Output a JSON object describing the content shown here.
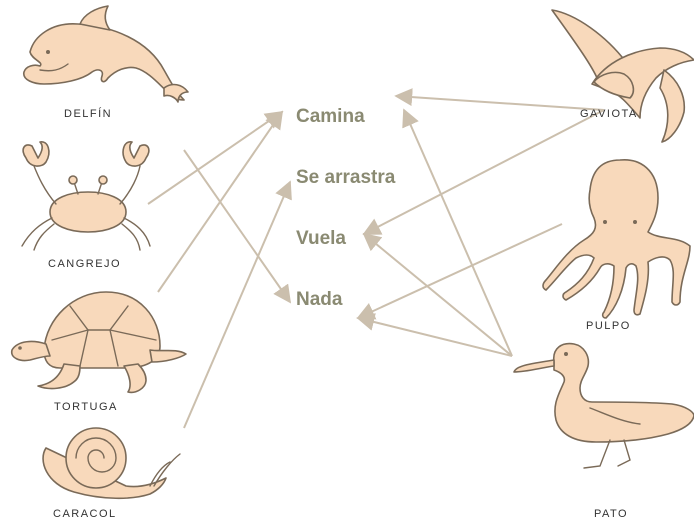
{
  "colors": {
    "verb_text": "#8a8a72",
    "arrow": "#cbbfad",
    "animal_fill": "#f8d9bb",
    "animal_outline": "#7a6a58",
    "label_text": "#333333"
  },
  "verbs": {
    "camina": "Camina",
    "se_arrastra": "Se arrastra",
    "vuela": "Vuela",
    "nada": "Nada"
  },
  "animals": {
    "delfin": {
      "label": "DELFÍN",
      "icon": "dolphin-icon"
    },
    "cangrejo": {
      "label": "CANGREJO",
      "icon": "crab-icon"
    },
    "tortuga": {
      "label": "TORTUGA",
      "icon": "turtle-icon"
    },
    "caracol": {
      "label": "CARACOL",
      "icon": "snail-icon"
    },
    "gaviota": {
      "label": "GAVIOTA",
      "icon": "seagull-icon"
    },
    "pulpo": {
      "label": "PULPO",
      "icon": "octopus-icon"
    },
    "pato": {
      "label": "PATO",
      "icon": "duck-icon"
    }
  },
  "connections": [
    {
      "from": "delfin",
      "to": "nada"
    },
    {
      "from": "cangrejo",
      "to": "camina"
    },
    {
      "from": "tortuga",
      "to": "camina"
    },
    {
      "from": "caracol",
      "to": "se_arrastra"
    },
    {
      "from": "gaviota",
      "to": "camina"
    },
    {
      "from": "gaviota",
      "to": "vuela"
    },
    {
      "from": "pulpo",
      "to": "nada"
    },
    {
      "from": "pato",
      "to": "camina"
    },
    {
      "from": "pato",
      "to": "vuela"
    },
    {
      "from": "pato",
      "to": "nada"
    }
  ]
}
